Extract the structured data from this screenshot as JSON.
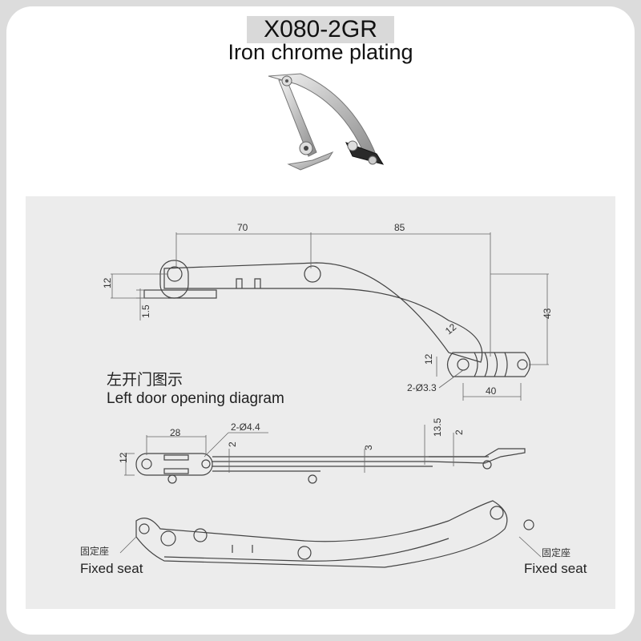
{
  "header": {
    "model": "X080-2GR",
    "finish": "Iron chrome plating"
  },
  "diagram": {
    "dims": {
      "d70": "70",
      "d85": "85",
      "d12a": "12",
      "d15": "1.5",
      "d43": "43",
      "d12b": "12",
      "d12c": "12",
      "hole1": "2-Ø3.3",
      "d40": "40",
      "d28": "28",
      "hole2": "2-Ø4.4",
      "d2a": "2",
      "d12d": "12",
      "d3": "3",
      "d135": "13.5",
      "d2b": "2"
    },
    "caption_cn": "左开门图示",
    "caption_en": "Left door opening diagram",
    "label_left_cn": "固定座",
    "label_left_en": "Fixed seat",
    "label_right_cn": "固定座",
    "label_right_en": "Fixed seat"
  }
}
